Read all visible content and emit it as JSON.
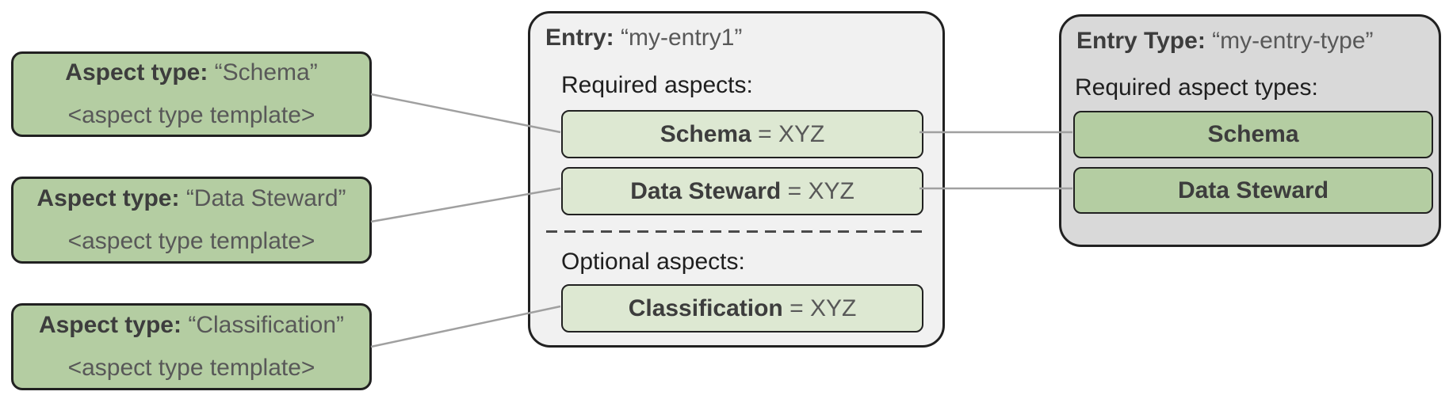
{
  "colors": {
    "aspect_green": "#b4cda2",
    "aspect_green_light": "#dde8d2",
    "entry_bg": "#f1f1f1",
    "entry_type_bg": "#d9d9d9",
    "border": "#212121",
    "connector": "#a0a0a0",
    "dash": "#4a4a4a",
    "text_dark": "#3d3d3d",
    "text_mid": "#585858",
    "text_heading": "#1f1f1f"
  },
  "aspect_types": [
    {
      "label": "Aspect type:",
      "name": "“Schema”",
      "template": "<aspect type template>"
    },
    {
      "label": "Aspect type:",
      "name": "“Data Steward”",
      "template": "<aspect type template>"
    },
    {
      "label": "Aspect type:",
      "name": "“Classification”",
      "template": "<aspect type template>"
    }
  ],
  "entry": {
    "label": "Entry:",
    "name": "“my-entry1”",
    "required_heading": "Required aspects:",
    "required_aspects": [
      {
        "name": "Schema",
        "value": "= XYZ"
      },
      {
        "name": "Data Steward",
        "value": "= XYZ"
      }
    ],
    "optional_heading": "Optional aspects:",
    "optional_aspects": [
      {
        "name": "Classification",
        "value": "= XYZ"
      }
    ]
  },
  "entry_type": {
    "label": "Entry Type:",
    "name": "“my-entry-type”",
    "heading": "Required aspect types:",
    "aspect_types": [
      {
        "name": "Schema"
      },
      {
        "name": "Data Steward"
      }
    ]
  }
}
